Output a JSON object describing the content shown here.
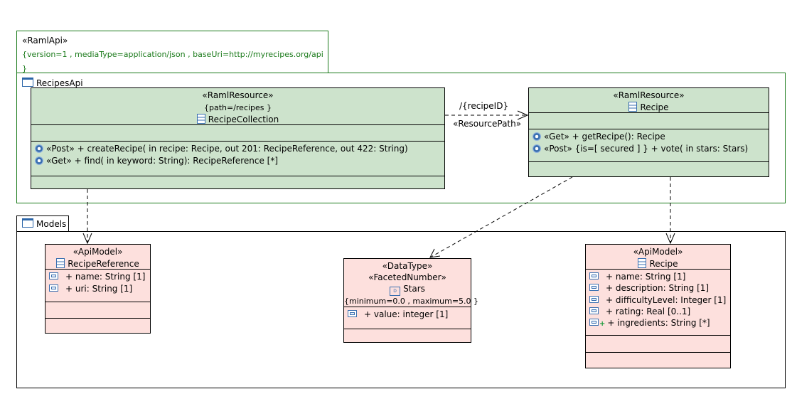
{
  "api_package": {
    "stereotype": "«RamlApi»",
    "properties": "{version=1 , mediaType=application/json , baseUri=http://myrecipes.org/api }",
    "name": "RecipesApi",
    "border_color": "#1a7a1a"
  },
  "recipe_collection": {
    "stereotype": "«RamlResource»",
    "properties": "{path=/recipes }",
    "name": "RecipeCollection",
    "operations": [
      "«Post»  + createRecipe(  in recipe: Recipe,   out 201: RecipeReference,   out 422: String)",
      "«Get»  + find(  in keyword: String): RecipeReference [*]"
    ]
  },
  "recipe_resource": {
    "stereotype": "«RamlResource»",
    "name": "Recipe",
    "operations": [
      "«Get»  + getRecipe(): Recipe",
      "«Post» {is=[ secured ] }  + vote(  in stars: Stars)"
    ]
  },
  "resource_path": {
    "label": "/{recipeID}",
    "stereotype": "«ResourcePath»"
  },
  "models_package": {
    "name": "Models"
  },
  "recipe_reference": {
    "stereotype": "«ApiModel»",
    "name": "RecipeReference",
    "attributes": [
      "+ name: String [1]",
      "+ uri: String [1]"
    ]
  },
  "stars": {
    "stereotypes": [
      "«DataType»",
      "«FacetedNumber»"
    ],
    "name": "Stars",
    "properties": "{minimum=0.0 , maximum=5.0 }",
    "attributes": [
      "+ value: integer [1]"
    ]
  },
  "recipe_model": {
    "stereotype": "«ApiModel»",
    "name": "Recipe",
    "attributes": [
      "+ name: String [1]",
      "+ description: String [1]",
      "+ difficultyLevel: Integer [1]",
      "+ rating: Real [0..1]",
      "+ ingredients: String [*]"
    ]
  },
  "colors": {
    "resource_fill": "#cde3cc",
    "model_fill": "#fde0dd",
    "text_green": "#1a7a1a"
  }
}
